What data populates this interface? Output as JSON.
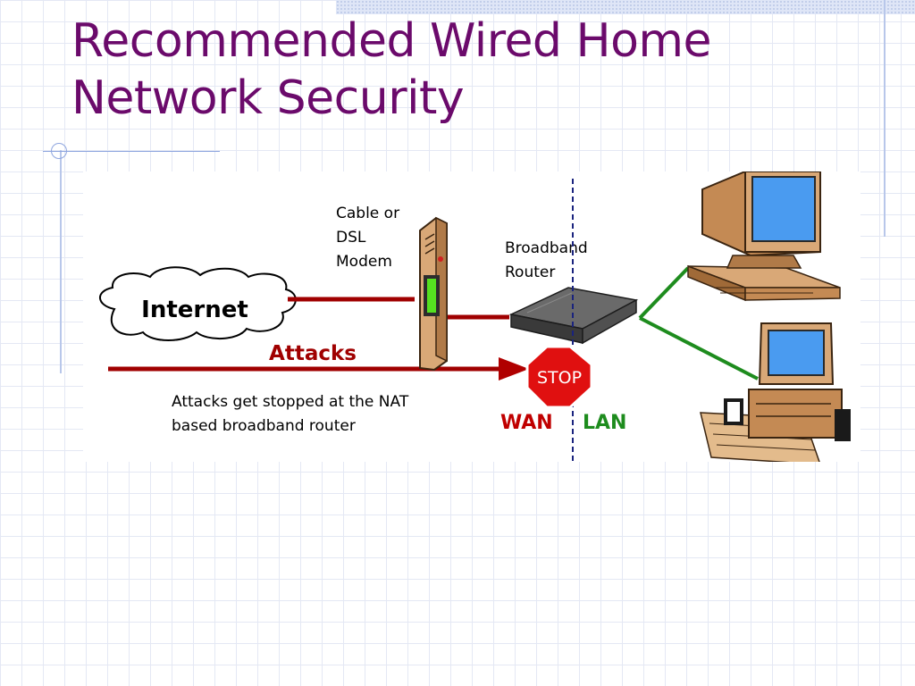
{
  "slide": {
    "title_line1": "Recommended Wired Home",
    "title_line2": "Network Security"
  },
  "diagram": {
    "internet_label": "Internet",
    "modem_label_1": "Cable or",
    "modem_label_2": "DSL",
    "modem_label_3": "Modem",
    "router_label_1": "Broadband",
    "router_label_2": "Router",
    "attacks_label": "Attacks",
    "caption_1": "Attacks get stopped at the NAT",
    "caption_2": "based broadband router",
    "stop_label": "STOP",
    "wan_label": "WAN",
    "lan_label": "LAN"
  },
  "colors": {
    "title": "#6b0a6b",
    "attack_line": "#a00000",
    "lan_link": "#1e8c1e",
    "divider": "#1a237e",
    "stop_sign": "#e01010"
  }
}
